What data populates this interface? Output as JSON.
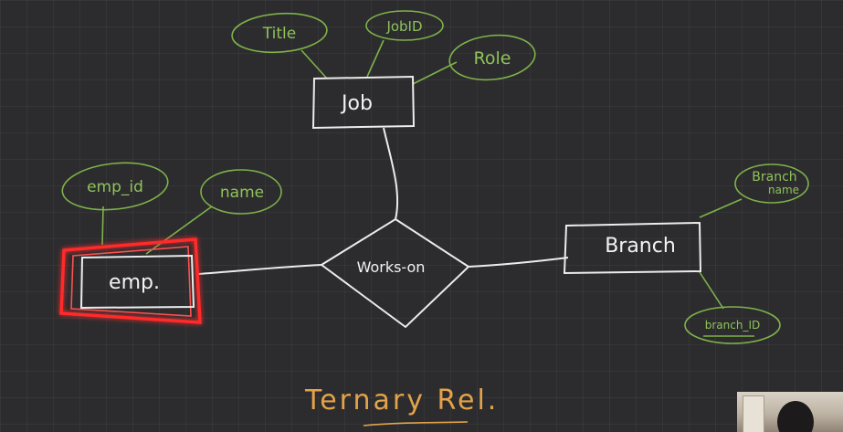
{
  "entities": {
    "job": "Job",
    "emp": "emp.",
    "branch": "Branch"
  },
  "relationship": {
    "label": "Works-on"
  },
  "attributes": {
    "title": "Title",
    "job_id": "JobID",
    "role": "Role",
    "emp_id": "emp_id",
    "name": "name",
    "branch_name_line1": "Branch",
    "branch_name_line2": "name",
    "branch_id": "branch_ID"
  },
  "annotation": {
    "text": "Ternary Rel."
  },
  "colors": {
    "background": "#2c2c2e",
    "entity_stroke": "#ececec",
    "attribute_stroke": "#7fb24a",
    "highlight": "#ff2a2a",
    "annotation": "#e3a34a"
  }
}
